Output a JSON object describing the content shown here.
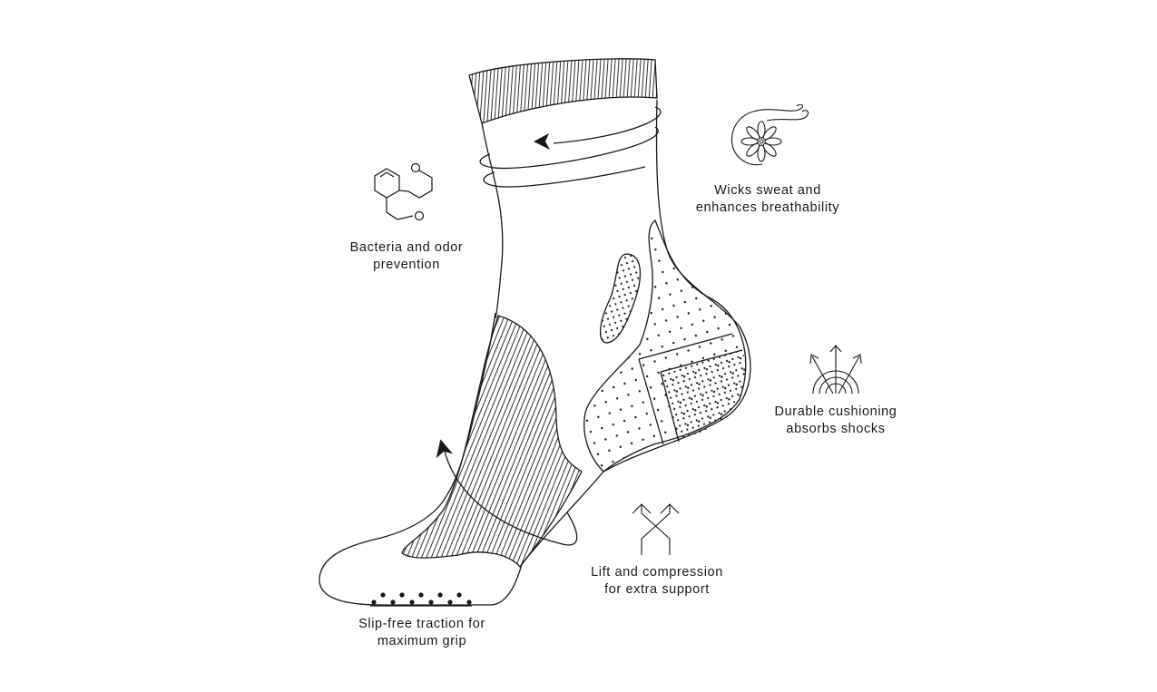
{
  "diagram": {
    "subject": "Sock feature illustration",
    "colors": {
      "background": "#ffffff",
      "line": "#1a1a1a",
      "text": "#1a1a1a"
    },
    "features": [
      {
        "id": "bacteria",
        "icon": "molecule-icon",
        "line1": "Bacteria and odor",
        "line2": "prevention"
      },
      {
        "id": "wicking",
        "icon": "fan-airflow-icon",
        "line1": "Wicks sweat and",
        "line2": "enhances breathability"
      },
      {
        "id": "cushioning",
        "icon": "shock-absorb-arrows-icon",
        "line1": "Durable cushioning",
        "line2": "absorbs shocks"
      },
      {
        "id": "compression",
        "icon": "crossed-arrows-icon",
        "line1": "Lift and compression",
        "line2": "for extra support"
      },
      {
        "id": "traction",
        "icon": "traction-dots-icon",
        "line1": "Slip-free traction for",
        "line2": "maximum grip"
      }
    ],
    "zones": [
      {
        "name": "ribbed-cuff",
        "pattern": "vertical-stripes"
      },
      {
        "name": "compression-arch",
        "pattern": "diagonal-stripes"
      },
      {
        "name": "ankle-pad",
        "pattern": "dots"
      },
      {
        "name": "heel-cushion",
        "pattern": "dots"
      }
    ]
  }
}
